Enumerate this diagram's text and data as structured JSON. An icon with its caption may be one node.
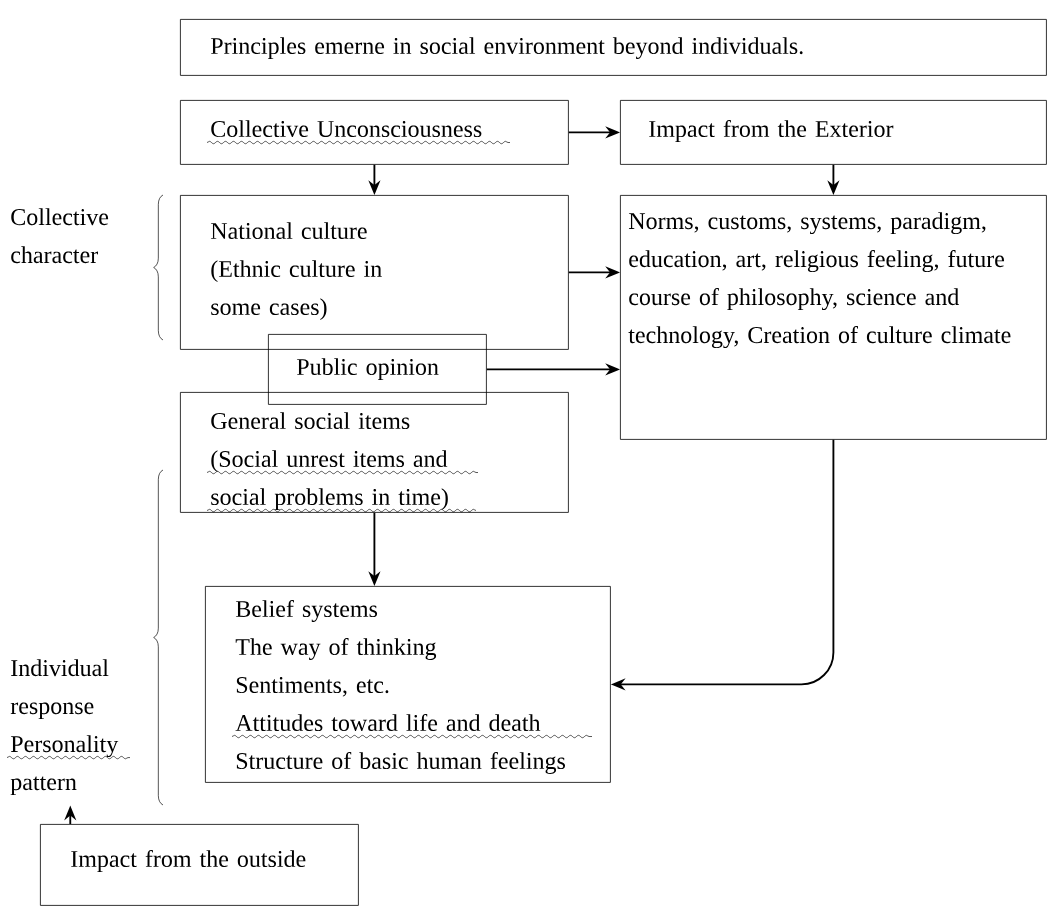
{
  "diagram": {
    "nodes": [
      {
        "text": [
          "Principles emerne in social environment beyond individuals."
        ]
      },
      {
        "text": [
          "Collective Unconsciousness"
        ]
      },
      {
        "text": [
          "Impact from the Exterior"
        ]
      },
      {
        "text": [
          "National culture",
          "(Ethnic culture in some cases)"
        ]
      },
      {
        "text": [
          "Norms, customs, systems, paradigm, education, art, religious feeling, future course of philosophy, science and technology, Creation of culture climate"
        ]
      },
      {
        "text": [
          "Public opinion"
        ]
      },
      {
        "text": [
          "General social items",
          "(Social unrest items and social problems in time)"
        ]
      },
      {
        "text": [
          "Belief systems",
          "The way of thinking",
          "Sentiments, etc.",
          "Attitudes toward life and death",
          "Structure of basic human feelings"
        ]
      },
      {
        "text": [
          "Impact from the outside"
        ]
      },
      {
        "text": [
          "Individual response Personality pattern"
        ]
      }
    ],
    "edges": [
      {
        "from": 1,
        "to": 2,
        "arrow": "to"
      },
      {
        "from": 1,
        "to": 3,
        "arrow": "to"
      },
      {
        "from": 2,
        "to": 4,
        "arrow": "to"
      },
      {
        "from": 3,
        "to": 4,
        "arrow": "to"
      },
      {
        "from": 5,
        "to": 4,
        "arrow": "to"
      },
      {
        "from": 6,
        "to": 7,
        "arrow": "to"
      },
      {
        "from": 4,
        "to": 7,
        "arrow": "to"
      },
      {
        "from": 8,
        "to": 9,
        "arrow": "to"
      }
    ],
    "labels": [
      "Collective character"
    ]
  }
}
